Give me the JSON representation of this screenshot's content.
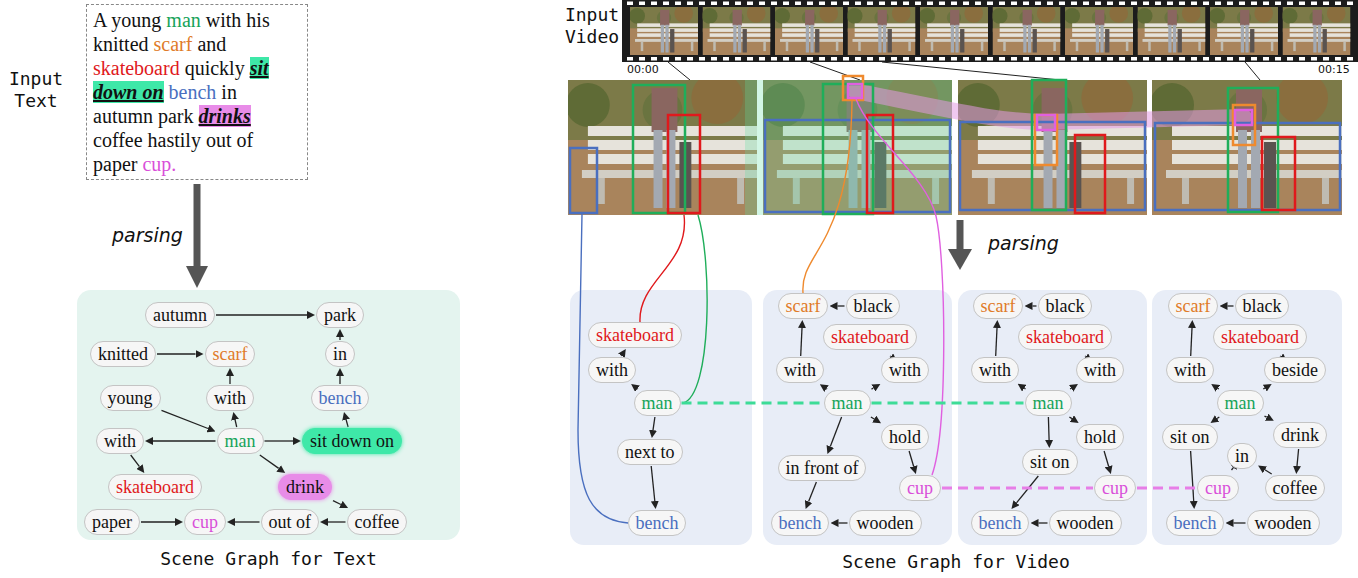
{
  "diagram": {
    "nodes": [
      {
        "text": [
          "A young man with his knitted scarf and skateboard quickly sit down on bench in autumn park drinks coffee hastily out of paper cup."
        ]
      },
      {
        "text": [
          "Scene Graph for Text"
        ]
      },
      {
        "text": [
          "autumn"
        ],
        "in": 1
      },
      {
        "text": [
          "park"
        ],
        "in": 1
      },
      {
        "text": [
          "knitted"
        ],
        "in": 1
      },
      {
        "text": [
          "scarf"
        ],
        "in": 1
      },
      {
        "text": [
          "in"
        ],
        "in": 1
      },
      {
        "text": [
          "young"
        ],
        "in": 1
      },
      {
        "text": [
          "with"
        ],
        "in": 1
      },
      {
        "text": [
          "bench"
        ],
        "in": 1
      },
      {
        "text": [
          "with"
        ],
        "in": 1
      },
      {
        "text": [
          "man"
        ],
        "in": 1
      },
      {
        "text": [
          "sit down on"
        ],
        "in": 1
      },
      {
        "text": [
          "skateboard"
        ],
        "in": 1
      },
      {
        "text": [
          "drink"
        ],
        "in": 1
      },
      {
        "text": [
          "paper"
        ],
        "in": 1
      },
      {
        "text": [
          "cup"
        ],
        "in": 1
      },
      {
        "text": [
          "out of"
        ],
        "in": 1
      },
      {
        "text": [
          "coffee"
        ],
        "in": 1
      },
      {
        "text": []
      },
      {
        "text": [
          "skateboard"
        ],
        "in": 19
      },
      {
        "text": [
          "with"
        ],
        "in": 19
      },
      {
        "text": [
          "man"
        ],
        "in": 19
      },
      {
        "text": [
          "next to"
        ],
        "in": 19
      },
      {
        "text": [
          "bench"
        ],
        "in": 19
      },
      {
        "text": []
      },
      {
        "text": [
          "scarf"
        ],
        "in": 25
      },
      {
        "text": [
          "black"
        ],
        "in": 25
      },
      {
        "text": [
          "skateboard"
        ],
        "in": 25
      },
      {
        "text": [
          "with"
        ],
        "in": 25
      },
      {
        "text": [
          "with"
        ],
        "in": 25
      },
      {
        "text": [
          "man"
        ],
        "in": 25
      },
      {
        "text": [
          "hold"
        ],
        "in": 25
      },
      {
        "text": [
          "in front of"
        ],
        "in": 25
      },
      {
        "text": [
          "cup"
        ],
        "in": 25
      },
      {
        "text": [
          "bench"
        ],
        "in": 25
      },
      {
        "text": [
          "wooden"
        ],
        "in": 25
      },
      {
        "text": []
      },
      {
        "text": [
          "scarf"
        ],
        "in": 37
      },
      {
        "text": [
          "black"
        ],
        "in": 37
      },
      {
        "text": [
          "skateboard"
        ],
        "in": 37
      },
      {
        "text": [
          "with"
        ],
        "in": 37
      },
      {
        "text": [
          "with"
        ],
        "in": 37
      },
      {
        "text": [
          "man"
        ],
        "in": 37
      },
      {
        "text": [
          "hold"
        ],
        "in": 37
      },
      {
        "text": [
          "sit on"
        ],
        "in": 37
      },
      {
        "text": [
          "cup"
        ],
        "in": 37
      },
      {
        "text": [
          "bench"
        ],
        "in": 37
      },
      {
        "text": [
          "wooden"
        ],
        "in": 37
      },
      {
        "text": []
      },
      {
        "text": [
          "scarf"
        ],
        "in": 49
      },
      {
        "text": [
          "black"
        ],
        "in": 49
      },
      {
        "text": [
          "skateboard"
        ],
        "in": 49
      },
      {
        "text": [
          "with"
        ],
        "in": 49
      },
      {
        "text": [
          "beside"
        ],
        "in": 49
      },
      {
        "text": [
          "man"
        ],
        "in": 49
      },
      {
        "text": [
          "drink"
        ],
        "in": 49
      },
      {
        "text": [
          "sit on"
        ],
        "in": 49
      },
      {
        "text": [
          "in"
        ],
        "in": 49
      },
      {
        "text": [
          "cup"
        ],
        "in": 49
      },
      {
        "text": [
          "coffee"
        ],
        "in": 49
      },
      {
        "text": [
          "bench"
        ],
        "in": 49
      },
      {
        "text": [
          "wooden"
        ],
        "in": 49
      }
    ],
    "edges": [
      {
        "from": 0,
        "to": 1,
        "arrow": "to",
        "label": "parsing"
      },
      {
        "from": 2,
        "to": 3,
        "arrow": "to"
      },
      {
        "from": 4,
        "to": 5,
        "arrow": "to"
      },
      {
        "from": 8,
        "to": 5,
        "arrow": "to"
      },
      {
        "from": 11,
        "to": 8,
        "arrow": "to"
      },
      {
        "from": 6,
        "to": 3,
        "arrow": "to"
      },
      {
        "from": 9,
        "to": 6,
        "arrow": "to"
      },
      {
        "from": 12,
        "to": 9,
        "arrow": "to"
      },
      {
        "from": 11,
        "to": 12,
        "arrow": "to"
      },
      {
        "from": 7,
        "to": 11,
        "arrow": "to"
      },
      {
        "from": 11,
        "to": 10,
        "arrow": "to"
      },
      {
        "from": 10,
        "to": 13,
        "arrow": "to"
      },
      {
        "from": 11,
        "to": 14,
        "arrow": "to"
      },
      {
        "from": 14,
        "to": 18,
        "arrow": "to"
      },
      {
        "from": 18,
        "to": 17,
        "arrow": "to"
      },
      {
        "from": 17,
        "to": 16,
        "arrow": "to"
      },
      {
        "from": 15,
        "to": 16,
        "arrow": "to"
      },
      {
        "from": 22,
        "to": 21,
        "arrow": "to"
      },
      {
        "from": 21,
        "to": 20,
        "arrow": "to"
      },
      {
        "from": 22,
        "to": 23,
        "arrow": "to"
      },
      {
        "from": 23,
        "to": 24,
        "arrow": "to"
      },
      {
        "from": 27,
        "to": 26,
        "arrow": "to"
      },
      {
        "from": 31,
        "to": 29,
        "arrow": "to"
      },
      {
        "from": 29,
        "to": 26,
        "arrow": "to"
      },
      {
        "from": 31,
        "to": 30,
        "arrow": "to"
      },
      {
        "from": 30,
        "to": 28,
        "arrow": "to"
      },
      {
        "from": 31,
        "to": 33,
        "arrow": "to"
      },
      {
        "from": 33,
        "to": 35,
        "arrow": "to"
      },
      {
        "from": 36,
        "to": 35,
        "arrow": "to"
      },
      {
        "from": 31,
        "to": 32,
        "arrow": "to"
      },
      {
        "from": 32,
        "to": 34,
        "arrow": "to"
      },
      {
        "from": 39,
        "to": 38,
        "arrow": "to"
      },
      {
        "from": 43,
        "to": 41,
        "arrow": "to"
      },
      {
        "from": 41,
        "to": 38,
        "arrow": "to"
      },
      {
        "from": 43,
        "to": 42,
        "arrow": "to"
      },
      {
        "from": 42,
        "to": 40,
        "arrow": "to"
      },
      {
        "from": 43,
        "to": 44,
        "arrow": "to"
      },
      {
        "from": 44,
        "to": 46,
        "arrow": "to"
      },
      {
        "from": 43,
        "to": 45,
        "arrow": "to"
      },
      {
        "from": 45,
        "to": 47,
        "arrow": "to"
      },
      {
        "from": 48,
        "to": 47,
        "arrow": "to"
      },
      {
        "from": 51,
        "to": 50,
        "arrow": "to"
      },
      {
        "from": 55,
        "to": 53,
        "arrow": "to"
      },
      {
        "from": 53,
        "to": 50,
        "arrow": "to"
      },
      {
        "from": 55,
        "to": 54,
        "arrow": "to"
      },
      {
        "from": 54,
        "to": 52,
        "arrow": "to"
      },
      {
        "from": 55,
        "to": 57,
        "arrow": "to"
      },
      {
        "from": 57,
        "to": 61,
        "arrow": "to"
      },
      {
        "from": 55,
        "to": 56,
        "arrow": "to"
      },
      {
        "from": 56,
        "to": 60,
        "arrow": "to"
      },
      {
        "from": 60,
        "to": 58,
        "arrow": "to"
      },
      {
        "from": 58,
        "to": 59,
        "arrow": "to"
      },
      {
        "from": 62,
        "to": 61,
        "arrow": "to"
      },
      {
        "from": 22,
        "to": 31,
        "arrow": "none"
      },
      {
        "from": 31,
        "to": 43,
        "arrow": "none"
      },
      {
        "from": 34,
        "to": 46,
        "arrow": "none"
      },
      {
        "from": 46,
        "to": 59,
        "arrow": "none"
      }
    ],
    "labels": [
      "Input Text",
      "Input Video",
      "00:00",
      "00:15",
      "parsing",
      "Scene Graph for Video"
    ]
  }
}
